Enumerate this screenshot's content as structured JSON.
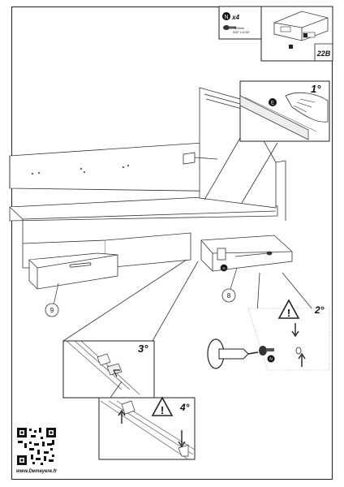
{
  "hardware": {
    "code": "N",
    "qty": "x4",
    "size_mm": "4x9mm",
    "size_in": "5/32\" x 11/32\""
  },
  "step_number": "22B",
  "steps": {
    "s1": "1°",
    "s2": "2°",
    "s3": "3°",
    "s4": "4°"
  },
  "part_labels": {
    "p9": "9",
    "p8": "8"
  },
  "fitting_labels": {
    "rail": "E",
    "screw": "N"
  },
  "footer": {
    "website": "www.Demeyere.fr"
  }
}
